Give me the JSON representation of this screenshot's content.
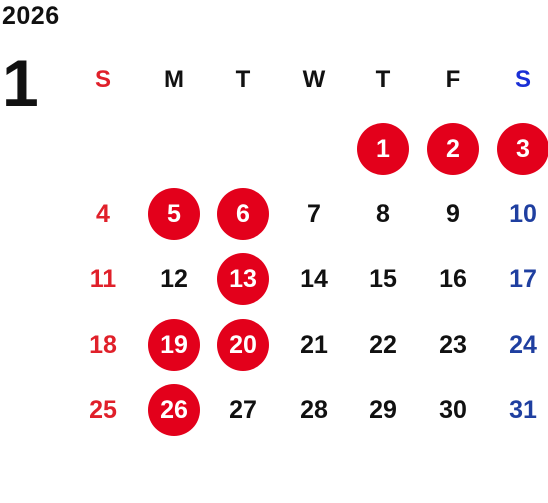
{
  "calendar": {
    "year": "2026",
    "month": "1",
    "weekday_headers": [
      "S",
      "M",
      "T",
      "W",
      "T",
      "F",
      "S"
    ],
    "weeks": [
      [
        "",
        "",
        "",
        "",
        "1",
        "2",
        "3"
      ],
      [
        "4",
        "5",
        "6",
        "7",
        "8",
        "9",
        "10"
      ],
      [
        "11",
        "12",
        "13",
        "14",
        "15",
        "16",
        "17"
      ],
      [
        "18",
        "19",
        "20",
        "21",
        "22",
        "23",
        "24"
      ],
      [
        "25",
        "26",
        "27",
        "28",
        "29",
        "30",
        "31"
      ]
    ],
    "highlighted_days": [
      "1",
      "2",
      "3",
      "5",
      "6",
      "13",
      "19",
      "20",
      "26"
    ]
  },
  "colors": {
    "sunday": "#e0202a",
    "saturday": "#1f3fa0",
    "saturday_header": "#1a2fd6",
    "weekday": "#111111",
    "holiday_circle": "#e3001b",
    "holiday_text": "#ffffff"
  }
}
